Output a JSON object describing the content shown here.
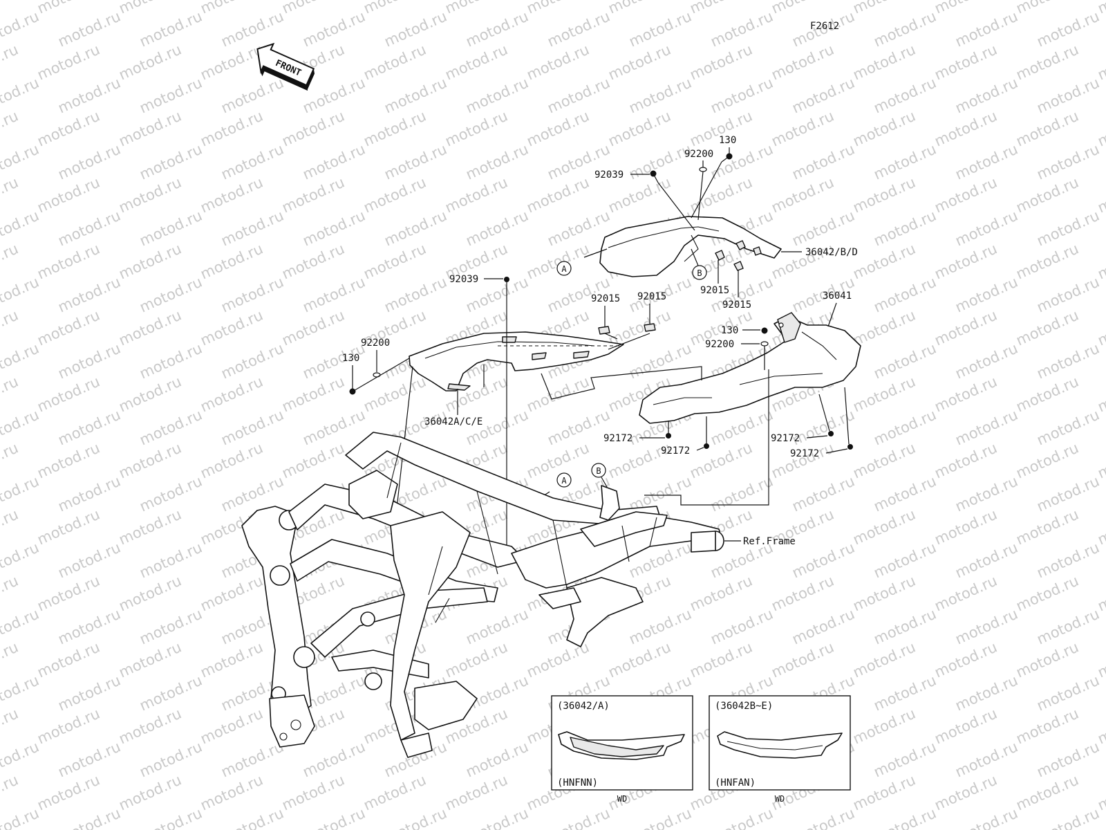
{
  "figure_code": "F2612",
  "front_label": "FRONT",
  "watermark_text": "motod.ru",
  "callouts": {
    "top_130": "130",
    "top_92200": "92200",
    "top_92039": "92039",
    "right_cover": "36042/B/D",
    "top_92015_a": "92015",
    "top_92015_b": "92015",
    "mid_92039": "92039",
    "mid_92015_a": "92015",
    "mid_92015_b": "92015",
    "part_36041": "36041",
    "right_130": "130",
    "right_92200": "92200",
    "left_92200": "92200",
    "left_130": "130",
    "left_cover": "36042A/C/E",
    "r92172_a": "92172",
    "r92172_b": "92172",
    "r92172_c": "92172",
    "r92172_d": "92172",
    "ref_frame": "Ref.Frame"
  },
  "markers": {
    "a_upper": "A",
    "b_upper": "B",
    "a_lower": "A",
    "b_lower": "B"
  },
  "inset_left": {
    "top_label": "(36042/A)",
    "bottom_label": "(HNFNN)",
    "caption": "WD"
  },
  "inset_right": {
    "top_label": "(36042B~E)",
    "bottom_label": "(HNFAN)",
    "caption": "WD"
  },
  "colors": {
    "line": "#111111",
    "watermark": "#c9c9c9",
    "background": "#ffffff"
  }
}
